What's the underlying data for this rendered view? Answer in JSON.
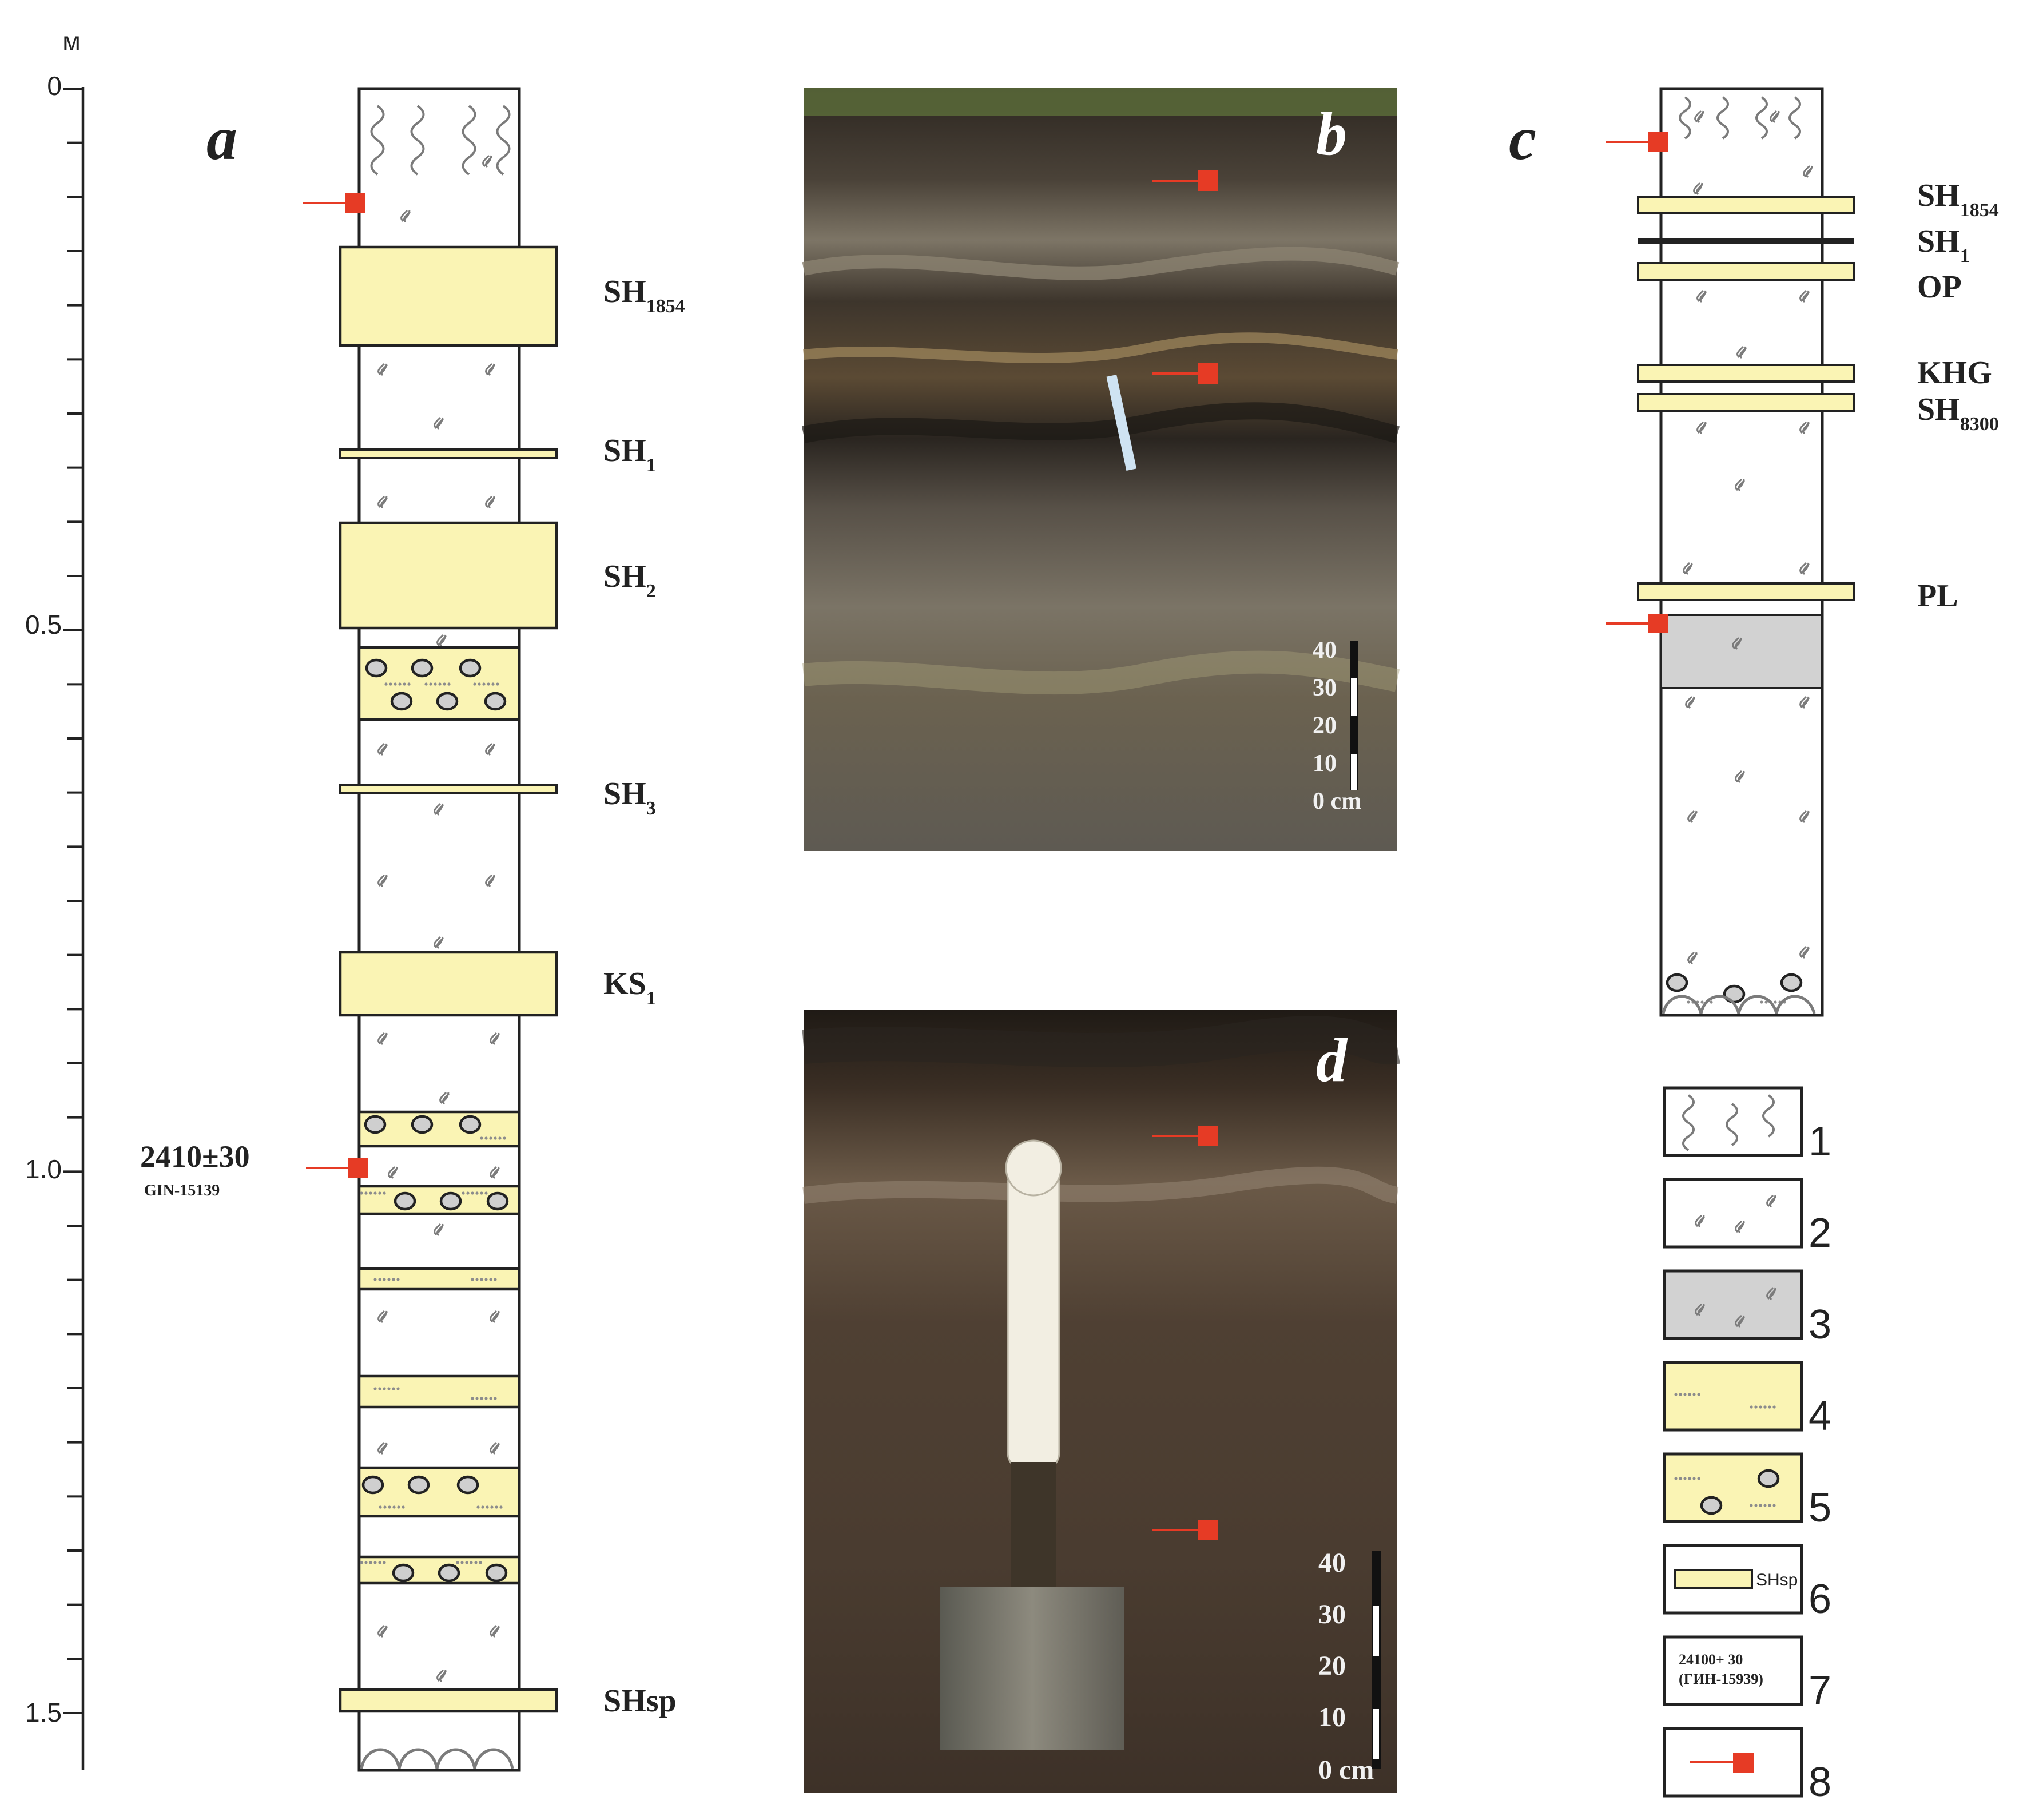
{
  "scale": {
    "unit": "м",
    "ticks": [
      {
        "depth": 0,
        "label": "0"
      },
      {
        "depth": 0.5,
        "label": "0.5"
      },
      {
        "depth": 1.0,
        "label": "1.0"
      },
      {
        "depth": 1.5,
        "label": "1.5"
      }
    ]
  },
  "panel_labels": {
    "a": "a",
    "b": "b",
    "c": "c",
    "d": "d"
  },
  "column_a": {
    "layers": [
      {
        "label_main": "SH",
        "label_sub": "1854"
      },
      {
        "label_main": "SH",
        "label_sub": "1"
      },
      {
        "label_main": "SH",
        "label_sub": "2"
      },
      {
        "label_main": "SH",
        "label_sub": "3"
      },
      {
        "label_main": "KS",
        "label_sub": "1"
      },
      {
        "label_main": "SHsp",
        "label_sub": ""
      }
    ],
    "date": {
      "value": "2410±30",
      "lab": "GIN-15139"
    }
  },
  "column_c": {
    "layers": [
      {
        "label_main": "SH",
        "label_sub": "1854"
      },
      {
        "label_main": "SH",
        "label_sub": "1"
      },
      {
        "label_main": "OP",
        "label_sub": ""
      },
      {
        "label_main": "KHG",
        "label_sub": ""
      },
      {
        "label_main": "SH",
        "label_sub": "8300"
      },
      {
        "label_main": "PL",
        "label_sub": ""
      }
    ]
  },
  "photo_b": {
    "scale_labels": [
      "40",
      "30",
      "20",
      "10",
      "0 cm"
    ]
  },
  "photo_d": {
    "scale_labels": [
      "40",
      "30",
      "20",
      "10",
      "0 cm"
    ]
  },
  "legend": [
    {
      "number": "1",
      "symbol": "roots"
    },
    {
      "number": "2",
      "symbol": "soil"
    },
    {
      "number": "3",
      "symbol": "grey-soil"
    },
    {
      "number": "4",
      "symbol": "sand"
    },
    {
      "number": "5",
      "symbol": "sand-with-pebbles"
    },
    {
      "number": "6",
      "symbol": "tephra",
      "text": "SHsp"
    },
    {
      "number": "7",
      "symbol": "date",
      "text": "24100+ 30",
      "text2": "(ГИН-15939)"
    },
    {
      "number": "8",
      "symbol": "sample-marker"
    }
  ],
  "colors": {
    "tephra": "#faf4b4",
    "marker": "#e63b25",
    "grey": "#d2d2d2",
    "outline": "#222222",
    "squiggle": "#7b7b7b"
  }
}
